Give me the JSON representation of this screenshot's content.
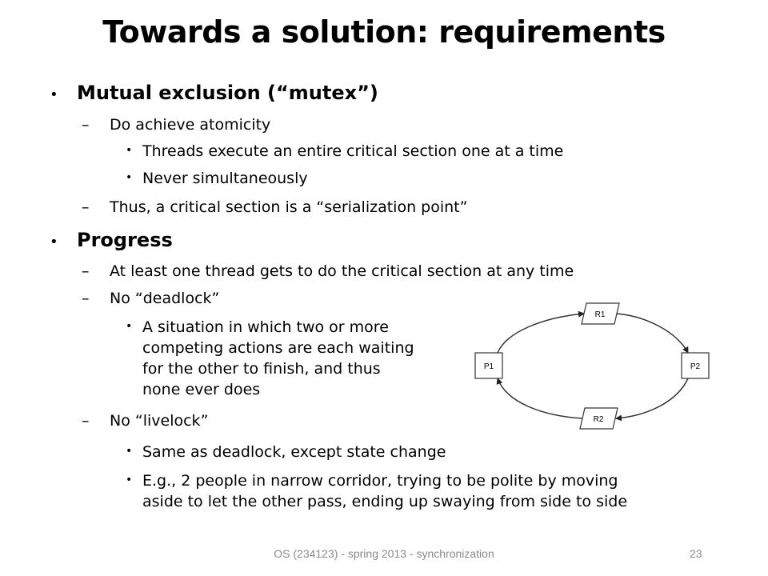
{
  "title": "Towards a solution: requirements",
  "items": {
    "mutex": "Mutual exclusion (“mutex”)",
    "atomicity": "Do achieve atomicity",
    "threads_exec": "Threads execute an entire critical section one at a time",
    "never_simul": "Never simultaneously",
    "serialization": "Thus, a critical section is a “serialization point”",
    "progress": "Progress",
    "at_least_one": "At least one thread gets to do the critical section at any time",
    "no_deadlock": "No “deadlock”",
    "deadlock_def_1": "A situation in which two or more",
    "deadlock_def_2": "competing actions are each waiting",
    "deadlock_def_3": "for the other to finish, and thus",
    "deadlock_def_4": "none ever does",
    "no_livelock": "No “livelock”",
    "same_as": "Same as deadlock, except state change",
    "eg_1": "E.g., 2 people in narrow corridor, trying to be polite by moving",
    "eg_2": "aside to let the other pass, ending up swaying from side to side"
  },
  "diagram": {
    "p1": "P1",
    "p2": "P2",
    "r1": "R1",
    "r2": "R2"
  },
  "footer": "OS (234123) - spring 2013 - synchronization",
  "page_number": "23"
}
